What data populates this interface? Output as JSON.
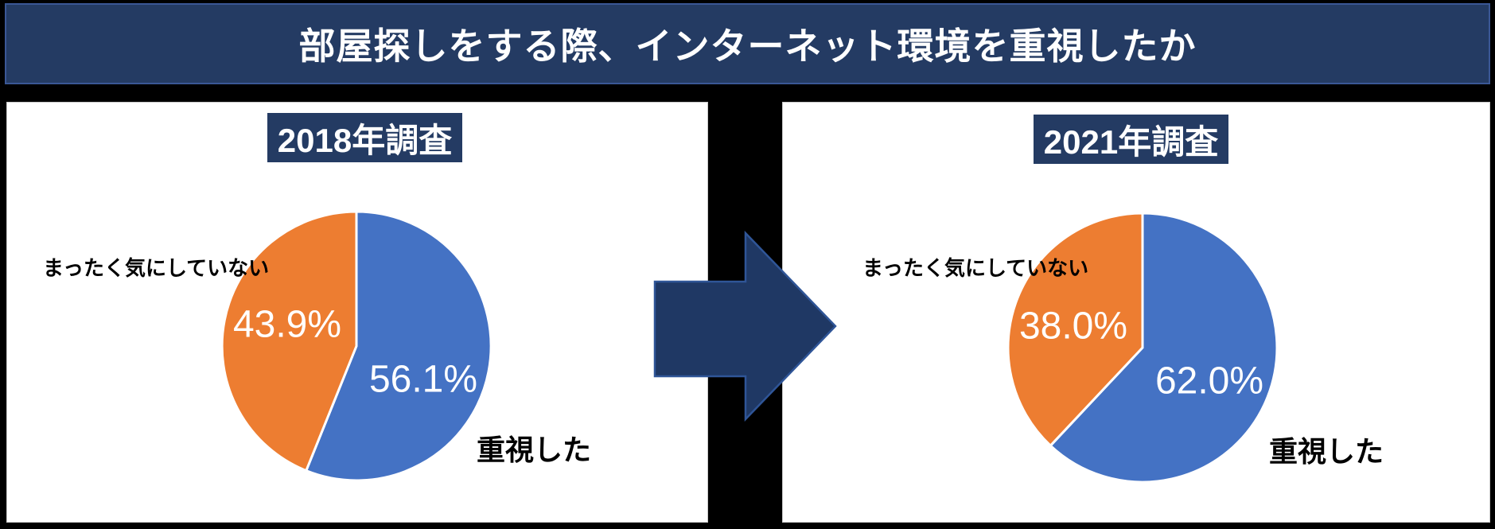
{
  "title": "部屋探しをする際、インターネット環境を重視したか",
  "colors": {
    "title_bar_bg": "#243B63",
    "title_bar_border": "#3A5795",
    "arrow_fill": "#1F3864",
    "arrow_border": "#2F5597",
    "pie_blue": "#4472C4",
    "pie_orange": "#ED7D31",
    "panel_bg": "#FFFFFF",
    "page_bg": "#000000"
  },
  "arrow": {
    "direction": "right"
  },
  "panels": [
    {
      "header": "2018年調査",
      "not_label": "まったく気にしていない",
      "yes_label": "重視した",
      "not_pct": "43.9%",
      "yes_pct": "56.1%"
    },
    {
      "header": "2021年調査",
      "not_label": "まったく気にしていない",
      "yes_label": "重視した",
      "not_pct": "38.0%",
      "yes_pct": "62.0%"
    }
  ],
  "chart_data": [
    {
      "type": "pie",
      "title": "2018年調査",
      "labels": [
        "重視した",
        "まったく気にしていない"
      ],
      "values": [
        56.1,
        43.9
      ],
      "unit": "%",
      "colors": [
        "#4472C4",
        "#ED7D31"
      ],
      "start_angle": 0,
      "direction": "clockwise",
      "legend_position": "none",
      "data_labels": [
        "56.1%",
        "43.9%"
      ],
      "data_label_color": "#FFFFFF"
    },
    {
      "type": "pie",
      "title": "2021年調査",
      "labels": [
        "重視した",
        "まったく気にしていない"
      ],
      "values": [
        62.0,
        38.0
      ],
      "unit": "%",
      "colors": [
        "#4472C4",
        "#ED7D31"
      ],
      "start_angle": 0,
      "direction": "clockwise",
      "legend_position": "none",
      "data_labels": [
        "62.0%",
        "38.0%"
      ],
      "data_label_color": "#FFFFFF"
    }
  ]
}
